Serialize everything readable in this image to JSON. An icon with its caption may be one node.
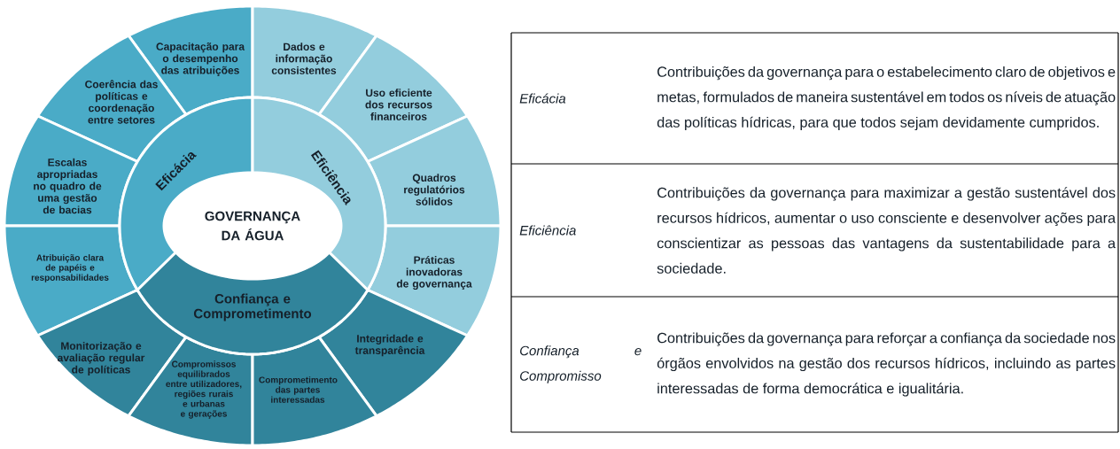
{
  "diagram": {
    "nodes": [
      {
        "text": [
          "GOVERNANÇA DA ÁGUA"
        ]
      },
      {
        "text": [
          "Eficácia"
        ]
      },
      {
        "text": [
          "Eficiência"
        ]
      },
      {
        "text": [
          "Confiança e Comprometimento"
        ]
      },
      {
        "text": [
          "Capacitação para o desempenho das atribuições"
        ]
      },
      {
        "text": [
          "Dados e informação consistentes"
        ]
      },
      {
        "text": [
          "Coerência das políticas e coordenação entre setores"
        ]
      },
      {
        "text": [
          "Uso eficiente dos recursos financeiros"
        ]
      },
      {
        "text": [
          "Escalas apropriadas no quadro de uma gestão de bacias"
        ]
      },
      {
        "text": [
          "Quadros regulatórios sólidos"
        ]
      },
      {
        "text": [
          "Atribuição clara de papéis e responsabilidades"
        ]
      },
      {
        "text": [
          "Práticas inovadoras de governança"
        ]
      },
      {
        "text": [
          "Monitorização e avaliação regular de políticas"
        ]
      },
      {
        "text": [
          "Integridade e transparência"
        ]
      },
      {
        "text": [
          "Compromissos equilibrados entre utilizadores, regiões rurais e urbanas e gerações"
        ]
      },
      {
        "text": [
          "Comprometimento das partes interessadas"
        ]
      }
    ],
    "labels": [
      "Eficácia",
      "Contribuições da governança para o estabelecimento claro de objetivos e metas, formulados de maneira sustentável em todos os níveis de atuação das políticas hídricas, para que todos sejam devidamente cumpridos.",
      "Eficiência",
      "Contribuições da governança para maximizar a gestão sustentável dos recursos hídricos, aumentar o uso consciente e desenvolver ações para conscientizar as pessoas das vantagens da sustentabilidade para a sociedade.",
      "Confiança e Compromisso",
      "Contribuições da governança para reforçar a confiança da sociedade nos órgãos envolvidos na gestão dos recursos hídricos, incluindo as partes interessadas de forma democrática e igualitária."
    ]
  }
}
